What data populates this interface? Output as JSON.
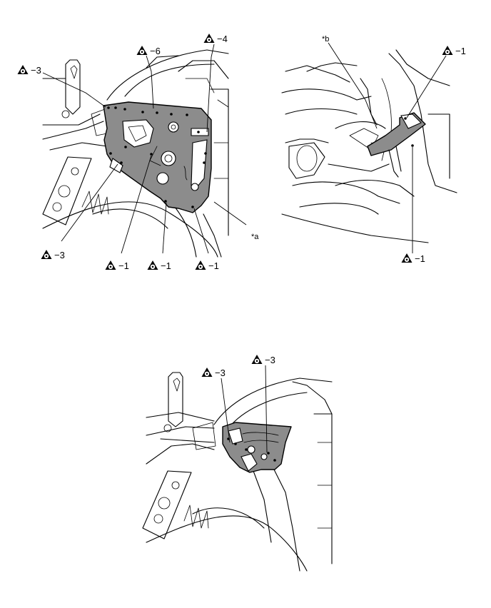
{
  "callouts": {
    "tl_3": "−3",
    "tl_6": "−6",
    "tl_4": "−4",
    "tl_3b": "−3",
    "tl_1a": "−1",
    "tl_1b": "−1",
    "tl_1c": "−1",
    "tr_1a": "−1",
    "tr_1b": "−1",
    "bm_3a": "−3",
    "bm_3b": "−3"
  },
  "reference_labels": {
    "a": "*a",
    "b": "*b"
  },
  "icon": "weld-symbol-triangle-icon",
  "colors": {
    "panel_fill": "#8c8c8c",
    "line": "#000000"
  }
}
